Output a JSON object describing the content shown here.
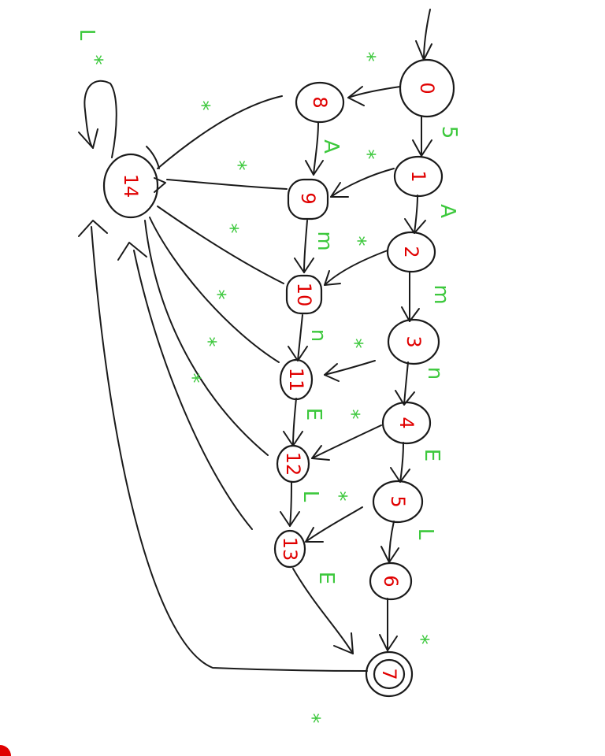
{
  "diagram": {
    "type": "state-machine",
    "colors": {
      "stroke": "#1a1a1a",
      "node_label": "#e00000",
      "edge_label": "#3cc83c",
      "corner_mark": "#e00000"
    },
    "nodes": [
      {
        "id": "n0",
        "label": "0"
      },
      {
        "id": "n1",
        "label": "1"
      },
      {
        "id": "n2",
        "label": "2"
      },
      {
        "id": "n3",
        "label": "3"
      },
      {
        "id": "n4",
        "label": "4"
      },
      {
        "id": "n5",
        "label": "5"
      },
      {
        "id": "n6",
        "label": "6"
      },
      {
        "id": "n7",
        "label": "7"
      },
      {
        "id": "n8",
        "label": "8"
      },
      {
        "id": "n9",
        "label": "9"
      },
      {
        "id": "n10",
        "label": "10"
      },
      {
        "id": "n11",
        "label": "11"
      },
      {
        "id": "n12",
        "label": "12"
      },
      {
        "id": "n13",
        "label": "13"
      },
      {
        "id": "n14",
        "label": "14"
      }
    ],
    "edge_labels": [
      "*",
      "5",
      "A",
      "m",
      "n",
      "E",
      "L",
      "*",
      "A",
      "m",
      "n",
      "E",
      "L",
      "E",
      "*",
      "*",
      "*",
      "*",
      "*",
      "*",
      "*",
      "*",
      "*",
      "*",
      "*",
      "*",
      "L",
      "*"
    ]
  }
}
